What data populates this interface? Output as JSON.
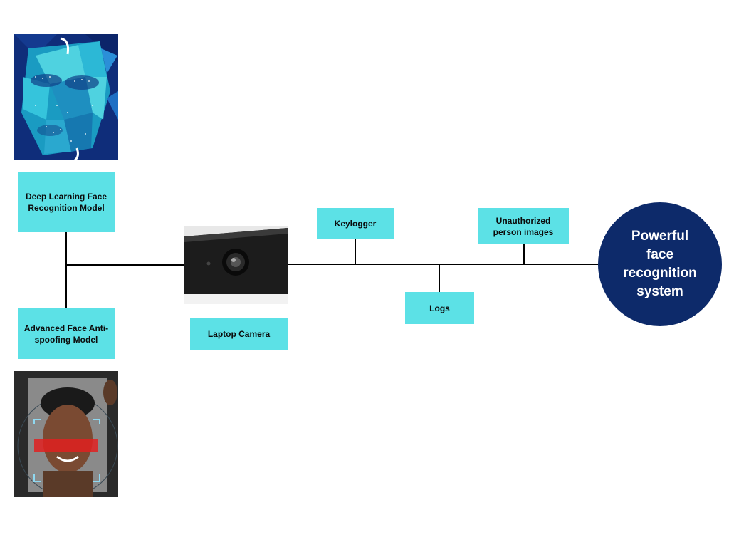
{
  "nodes": {
    "deep_learning": "Deep Learning Face Recognition Model",
    "anti_spoofing": "Advanced Face Anti-spoofing Model",
    "laptop_camera": "Laptop Camera",
    "keylogger": "Keylogger",
    "logs": "Logs",
    "unauthorized": "Unauthorized person images",
    "system": "Powerful face recognition system"
  },
  "images": {
    "top_left": "polygon-face-mesh",
    "camera": "laptop-webcam-closeup",
    "bottom_left": "face-scan-portrait"
  },
  "colors": {
    "box": "#5ce1e6",
    "circle": "#0d2a6a",
    "line": "#000000"
  }
}
